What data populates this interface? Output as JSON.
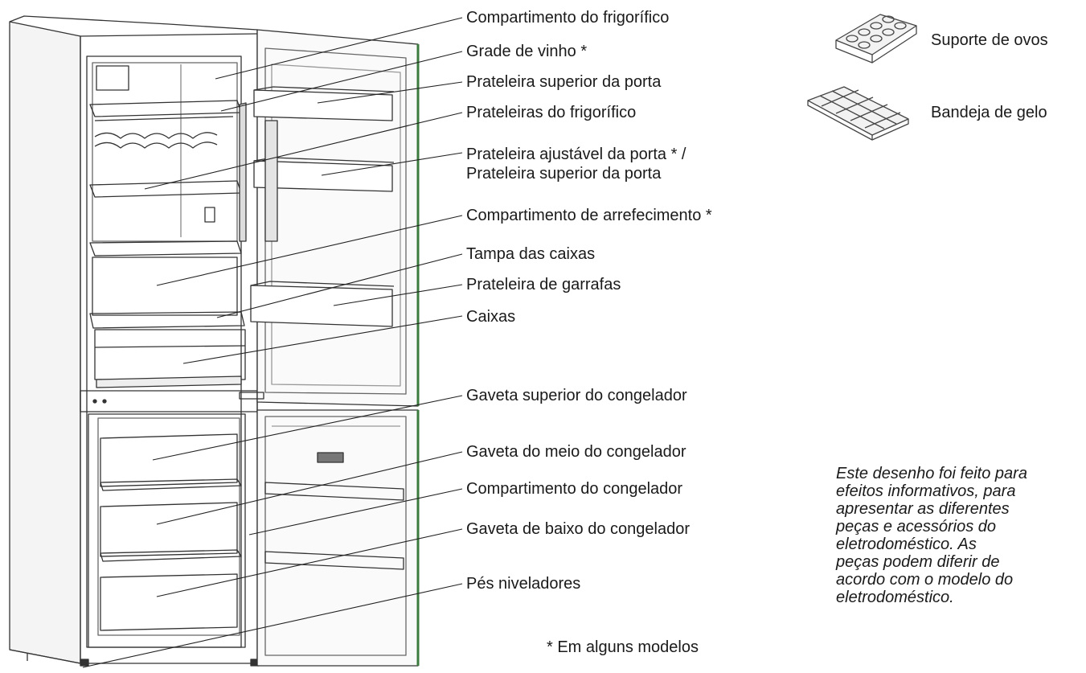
{
  "labels": [
    {
      "text": "Compartimento do frigorífico"
    },
    {
      "text": "Grade de vinho *"
    },
    {
      "text": "Prateleira superior da porta"
    },
    {
      "text": "Prateleiras do frigorífico"
    },
    {
      "text": "Prateleira ajustável da porta * /"
    },
    {
      "text": "Prateleira superior da porta"
    },
    {
      "text": "Compartimento de arrefecimento *"
    },
    {
      "text": "Tampa das caixas"
    },
    {
      "text": "Prateleira de garrafas"
    },
    {
      "text": "Caixas"
    },
    {
      "text": "Gaveta superior do congelador"
    },
    {
      "text": "Gaveta do meio do congelador"
    },
    {
      "text": "Compartimento do congelador"
    },
    {
      "text": "Gaveta de baixo do congelador"
    },
    {
      "text": "Pés niveladores"
    }
  ],
  "accessories": [
    {
      "text": "Suporte de ovos",
      "icon": "egg-holder-icon"
    },
    {
      "text": "Bandeja de gelo",
      "icon": "ice-tray-icon"
    }
  ],
  "footnote": "* Em alguns modelos",
  "note_lines": [
    "Este desenho foi feito para",
    "efeitos informativos, para",
    "apresentar as diferentes",
    "peças e acessórios do",
    "eletrodoméstico. As",
    "peças podem diferir de",
    "acordo com o modelo do",
    "eletrodoméstico."
  ],
  "colors": {
    "line": "#333333",
    "door_edge": "#3d7a3d",
    "text": "#1a1a1a"
  }
}
